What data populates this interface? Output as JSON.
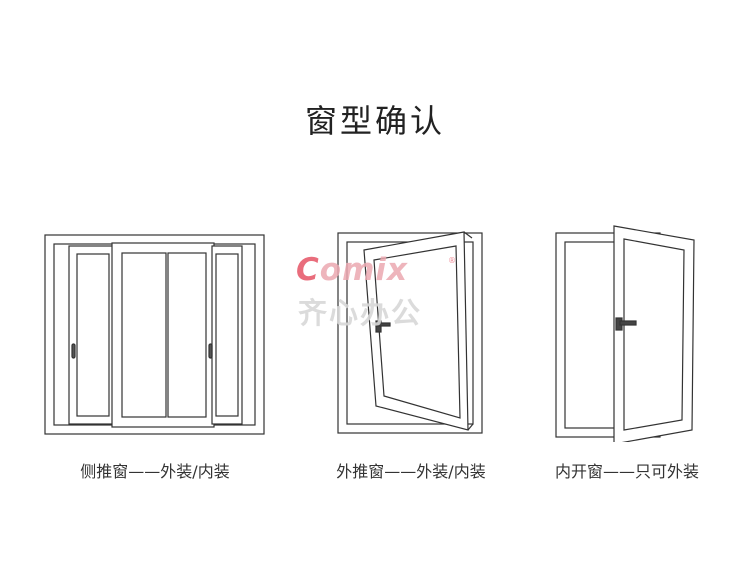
{
  "title": "窗型确认",
  "watermark": {
    "logo_c": "C",
    "logo_rest": "omix",
    "reg": "®",
    "text": "齐心办公"
  },
  "windows": [
    {
      "caption": "侧推窗——外装/内装"
    },
    {
      "caption": "外推窗——外装/内装"
    },
    {
      "caption": "内开窗——只可外装"
    }
  ]
}
